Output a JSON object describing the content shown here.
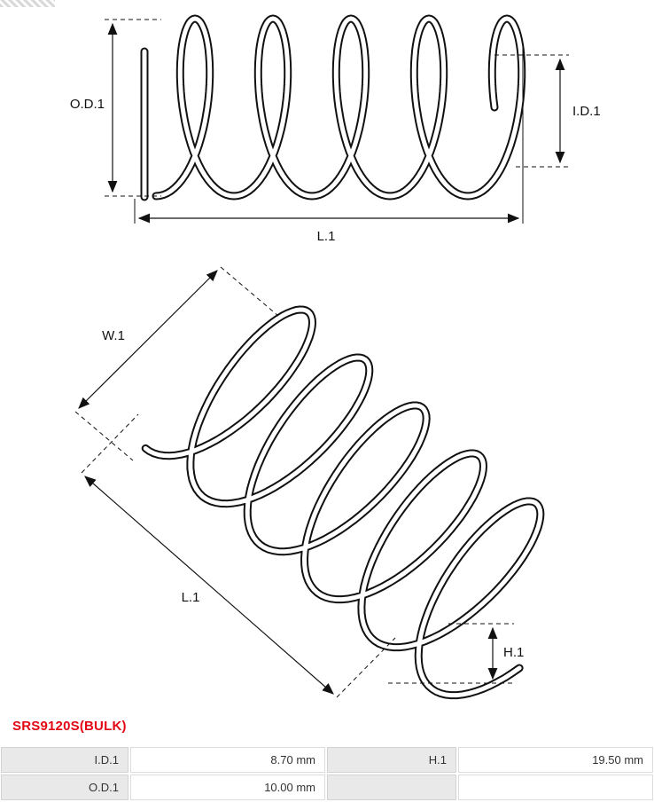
{
  "part_number": "SRS9120S(BULK)",
  "colors": {
    "accent": "#e30613",
    "line": "#111111",
    "table_label_bg": "#e9e9e9"
  },
  "diagram": {
    "side_view": {
      "od_label": "O.D.1",
      "id_label": "I.D.1",
      "length_label": "L.1"
    },
    "iso_view": {
      "width_label": "W.1",
      "length_label": "L.1",
      "height_label": "H.1"
    }
  },
  "spec_table": {
    "rows": [
      {
        "cells": [
          {
            "label": "I.D.1",
            "value": "8.70 mm"
          },
          {
            "label": "H.1",
            "value": "19.50 mm"
          }
        ]
      },
      {
        "cells": [
          {
            "label": "O.D.1",
            "value": "10.00 mm"
          },
          {
            "label": "",
            "value": ""
          }
        ]
      }
    ]
  }
}
